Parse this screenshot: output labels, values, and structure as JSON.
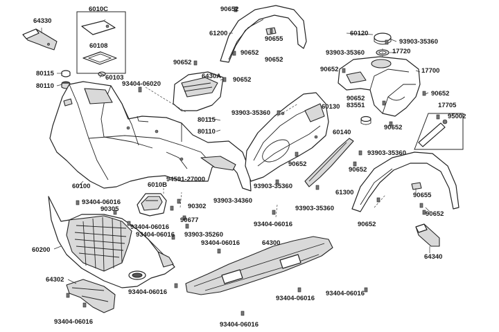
{
  "labels": {
    "p90652_top": "90652",
    "p6010C": "6010C",
    "p64330": "64330",
    "p60108": "60108",
    "p61200": "61200",
    "p90655_top": "90655",
    "p90652_b": "90652",
    "p90652_c": "90652",
    "p90652_d": "90652",
    "p60120": "60120",
    "p93903_35360_a": "93903-35360",
    "p93903_35360_b": "93903-35360",
    "p17720": "17720",
    "p90652_e": "90652",
    "p17700": "17700",
    "p80115_a": "80115",
    "p60103": "60103",
    "p80110_a": "80110",
    "p93404_06020": "93404-06020",
    "p6430A": "6430A",
    "p90652_f": "90652",
    "p90652_g": "90652",
    "p90652_h": "90652",
    "p83551": "83551",
    "p17705": "17705",
    "p95002": "95002",
    "p90652_i": "90652",
    "p60130": "60130",
    "p93903_35360_c": "93903-35360",
    "p80115_b": "80115",
    "p80110_b": "80110",
    "p60140": "60140",
    "p93903_35360_d": "93903-35360",
    "p90652_j": "90652",
    "p90652_k": "90652",
    "p60100": "60100",
    "p94591_27000": "94591-27000",
    "p93903_35360_e": "93903-35360",
    "p61300": "61300",
    "p6010B": "6010B",
    "p93404_06016_a": "93404-06016",
    "p90305": "90305",
    "p93903_34360": "93903-34360",
    "p90302": "90302",
    "p93903_35360_f": "93903-35360",
    "p90655_b": "90655",
    "p90652_l": "90652",
    "p90652_m": "90652",
    "p93404_06016_b": "93404-06016",
    "p93404_06016_c": "93404-06016",
    "p90677": "90677",
    "p93404_06016_d": "93404-06016",
    "p60200": "60200",
    "p93903_35260": "93903-35260",
    "p93404_06016_e": "93404-06016",
    "p64300": "64300",
    "p64340": "64340",
    "p64302": "64302",
    "p93404_06016_f": "93404-06016",
    "p93404_06016_g": "93404-06016",
    "p93404_06016_h": "93404-06016",
    "p93404_06016_i": "93404-06016",
    "p93404_06016_j": "93404-06016"
  }
}
